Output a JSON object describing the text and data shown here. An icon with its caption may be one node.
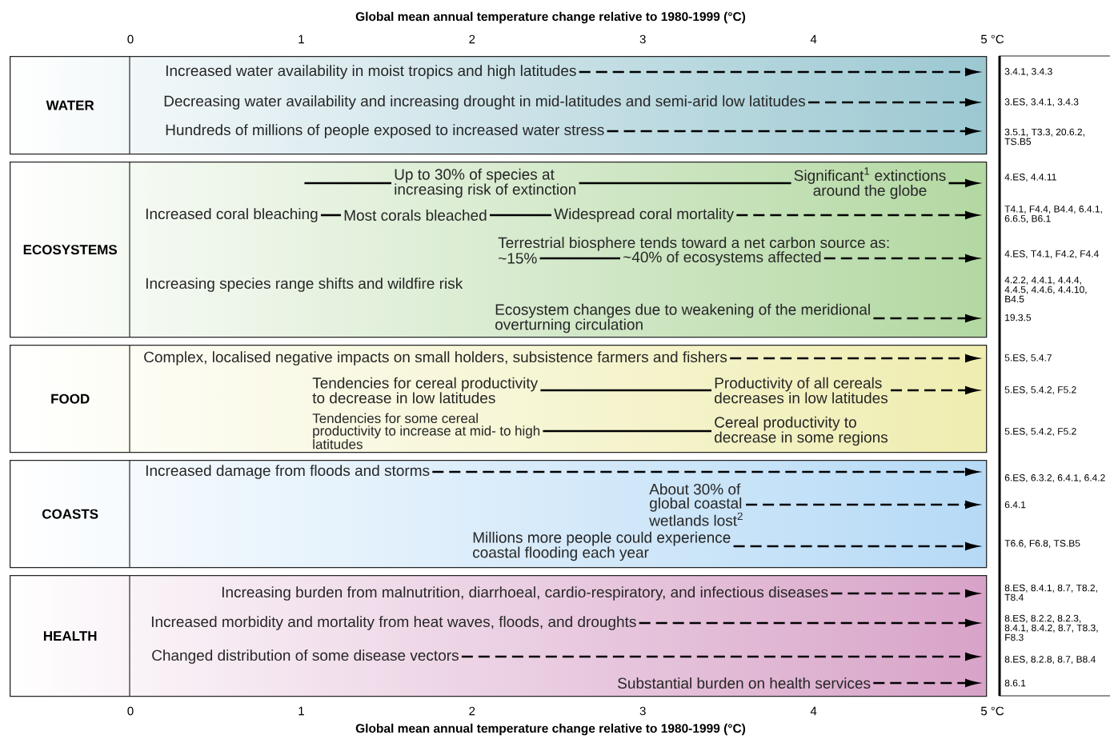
{
  "diagram": {
    "title": "Global mean annual temperature change relative to 1980-1999 (°C)",
    "nodes": [
      {
        "text": [
          "WATER"
        ]
      },
      {
        "text": [
          "Increased water availability in moist tropics and high latitudes"
        ],
        "in": 0
      },
      {
        "text": [
          "Decreasing water availability and increasing drought in mid-latitudes and semi-arid low latitudes"
        ],
        "in": 0
      },
      {
        "text": [
          "Hundreds of millions of people exposed to increased water stress"
        ],
        "in": 0
      },
      {
        "text": [
          "ECOSYSTEMS"
        ]
      },
      {
        "text": [
          "Up to 30% of species at increasing risk of extinction"
        ],
        "in": 4
      },
      {
        "text": [
          "Significant$^{1}$ extinctions around the globe"
        ],
        "in": 4
      },
      {
        "text": [
          "Increased coral bleaching"
        ],
        "in": 4
      },
      {
        "text": [
          "Most corals bleached"
        ],
        "in": 4
      },
      {
        "text": [
          "Widespread coral mortality"
        ],
        "in": 4
      },
      {
        "text": [
          "Terrestrial biosphere tends toward a net carbon source as:"
        ],
        "in": 4
      },
      {
        "text": [
          "~15%"
        ],
        "in": 4
      },
      {
        "text": [
          "~40% of ecosystems affected"
        ],
        "in": 4
      },
      {
        "text": [
          "Increasing species range shifts and wildfire risk"
        ],
        "in": 4
      },
      {
        "text": [
          "Ecosystem changes due to weakening of the meridional overturning circulation"
        ],
        "in": 4
      },
      {
        "text": [
          "FOOD"
        ]
      },
      {
        "text": [
          "Complex, localised negative impacts on small holders, subsistence farmers and fishers"
        ],
        "in": 15
      },
      {
        "text": [
          "Tendencies for cereal productivity to decrease in low latitudes"
        ],
        "in": 15
      },
      {
        "text": [
          "Productivity of all cereals decreases in low latitudes"
        ],
        "in": 15
      },
      {
        "text": [
          "Tendencies for some cereal productivity to increase at mid- to high latitudes"
        ],
        "in": 15
      },
      {
        "text": [
          "Cereal productivity to decrease in some regions"
        ],
        "in": 15
      },
      {
        "text": [
          "COASTS"
        ]
      },
      {
        "text": [
          "Increased damage from floods and storms"
        ],
        "in": 21
      },
      {
        "text": [
          "About 30% of global coastal wetlands lost$^{2}$"
        ],
        "in": 21
      },
      {
        "text": [
          "Millions more people could experience coastal flooding each year"
        ],
        "in": 21
      },
      {
        "text": [
          "HEALTH"
        ]
      },
      {
        "text": [
          "Increasing burden from malnutrition, diarrhoeal, cardio-respiratory, and infectious diseases"
        ],
        "in": 25
      },
      {
        "text": [
          "Increased morbidity and mortality from heat waves, floods, and droughts"
        ],
        "in": 25
      },
      {
        "text": [
          "Changed distribution of some disease vectors"
        ],
        "in": 25
      },
      {
        "text": [
          "Substantial burden on health services"
        ],
        "in": 25
      }
    ],
    "edges": [
      {
        "from": 1,
        "to": null,
        "arrow": "to",
        "style": "dashed"
      },
      {
        "from": 2,
        "to": null,
        "arrow": "to",
        "style": "dashed"
      },
      {
        "from": 3,
        "to": null,
        "arrow": "to",
        "style": "dashed"
      },
      {
        "from": null,
        "to": 5,
        "arrow": "none"
      },
      {
        "from": 5,
        "to": 6,
        "arrow": "none"
      },
      {
        "from": 6,
        "to": null,
        "arrow": "to"
      },
      {
        "from": 7,
        "to": 8,
        "arrow": "none"
      },
      {
        "from": 8,
        "to": 9,
        "arrow": "none"
      },
      {
        "from": 9,
        "to": null,
        "arrow": "to",
        "style": "dashed"
      },
      {
        "from": 11,
        "to": 12,
        "arrow": "none"
      },
      {
        "from": 12,
        "to": null,
        "arrow": "to",
        "style": "dashed"
      },
      {
        "from": 14,
        "to": null,
        "arrow": "to",
        "style": "dashed"
      },
      {
        "from": 16,
        "to": null,
        "arrow": "to",
        "style": "dashed"
      },
      {
        "from": 17,
        "to": 18,
        "arrow": "none"
      },
      {
        "from": 18,
        "to": null,
        "arrow": "to",
        "style": "dashed"
      },
      {
        "from": 19,
        "to": 20,
        "arrow": "none"
      },
      {
        "from": 22,
        "to": null,
        "arrow": "to",
        "style": "dashed"
      },
      {
        "from": 23,
        "to": null,
        "arrow": "to",
        "style": "dashed"
      },
      {
        "from": 24,
        "to": null,
        "arrow": "to",
        "style": "dashed"
      },
      {
        "from": 26,
        "to": null,
        "arrow": "to",
        "style": "dashed"
      },
      {
        "from": 27,
        "to": null,
        "arrow": "to",
        "style": "dashed"
      },
      {
        "from": 28,
        "to": null,
        "arrow": "to",
        "style": "dashed"
      },
      {
        "from": 29,
        "to": null,
        "arrow": "to",
        "style": "dashed"
      }
    ],
    "labels": [
      "0",
      "1",
      "2",
      "3",
      "4",
      "5 °C",
      "3.4.1, 3.4.3",
      "3.ES, 3.4.1, 3.4.3",
      "3.5.1, T3.3, 20.6.2, TS.B5",
      "4.ES, 4.4.11",
      "T4.1, F4.4, B4.4, 6.4.1, 6.6.5, B6.1",
      "4.ES, T4.1, F4.2, F4.4",
      "4.2.2, 4.4.1, 4.4.4, 4.4.5, 4.4.6, 4.4.10, B4.5",
      "19.3.5",
      "5.ES, 5.4.7",
      "5.ES, 5.4.2, F5.2",
      "5.ES, 5.4.2, F5.2",
      "6.ES, 6.3.2, 6.4.1, 6.4.2",
      "6.4.1",
      "T6.6, F6.8, TS.B5",
      "8.ES, 8.4.1, 8.7, T8.2, T8.4",
      "8.ES, 8.2.2, 8.2.3, 8.4.1, 8.4.2, 8.7, T8.3, F8.3",
      "8.ES, 8.2.8, 8.7, B8.4",
      "8.6.1",
      "0",
      "1",
      "2",
      "3",
      "4",
      "5 °C",
      "Global mean annual temperature change relative to 1980-1999 (°C)"
    ]
  }
}
